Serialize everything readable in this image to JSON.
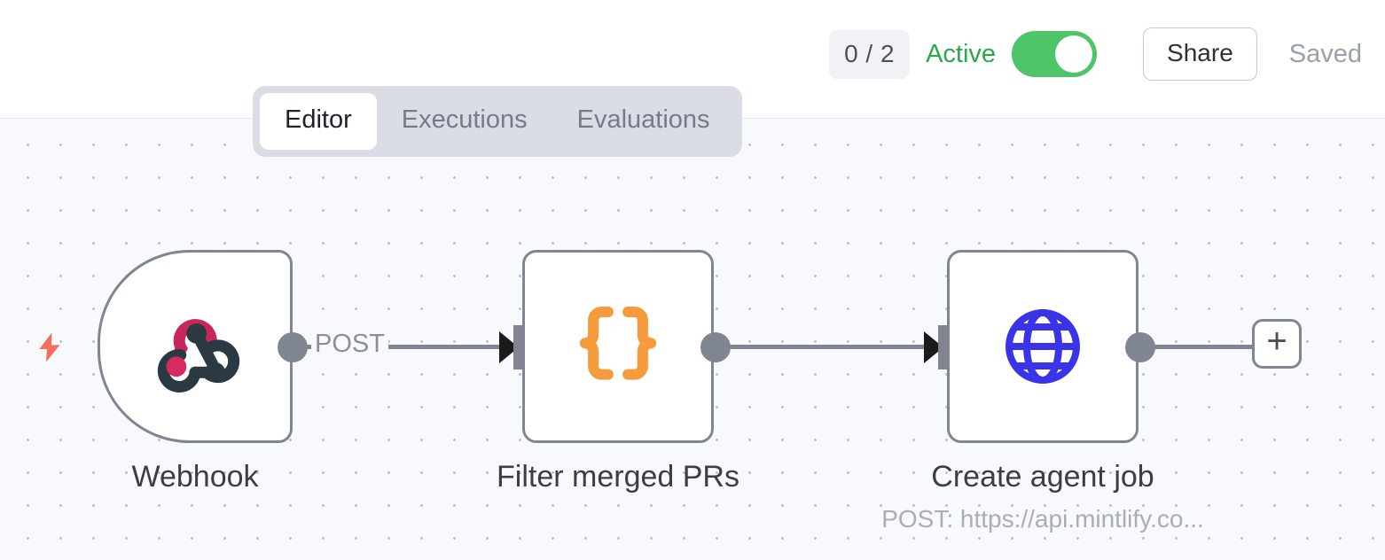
{
  "header": {
    "run_count_badge": "0 / 2",
    "active_label": "Active",
    "toggle_state": "on",
    "share_label": "Share",
    "saved_label": "Saved",
    "colors": {
      "active_green": "#2BA84A",
      "toggle_green": "#4DC568",
      "badge_bg": "#F1F2F6",
      "saved_gray": "#9AA0AA"
    }
  },
  "tabs": [
    {
      "label": "Editor",
      "active": true
    },
    {
      "label": "Executions",
      "active": false
    },
    {
      "label": "Evaluations",
      "active": false
    }
  ],
  "canvas": {
    "background": "#F8F9FC",
    "dot_color": "#B9BEC9",
    "nodes": [
      {
        "id": "webhook",
        "label": "Webhook",
        "subtitle": "",
        "icon": "webhook-icon",
        "icon_colors": [
          "#C9275A",
          "#2B3A42"
        ],
        "shape": "trigger",
        "has_trigger_bolt": true,
        "bolt_color": "#F0705C"
      },
      {
        "id": "filter",
        "label": "Filter merged PRs",
        "subtitle": "",
        "icon": "curly-braces-icon",
        "icon_colors": [
          "#F59B3C"
        ],
        "shape": "box",
        "has_trigger_bolt": false
      },
      {
        "id": "http",
        "label": "Create agent job",
        "subtitle": "POST: https://api.mintlify.co...",
        "icon": "globe-icon",
        "icon_colors": [
          "#3B33E8"
        ],
        "shape": "box",
        "has_trigger_bolt": false
      }
    ],
    "edges": [
      {
        "from": "webhook",
        "to": "filter",
        "label": "POST"
      },
      {
        "from": "filter",
        "to": "http",
        "label": ""
      }
    ],
    "add_node_button": "+"
  }
}
